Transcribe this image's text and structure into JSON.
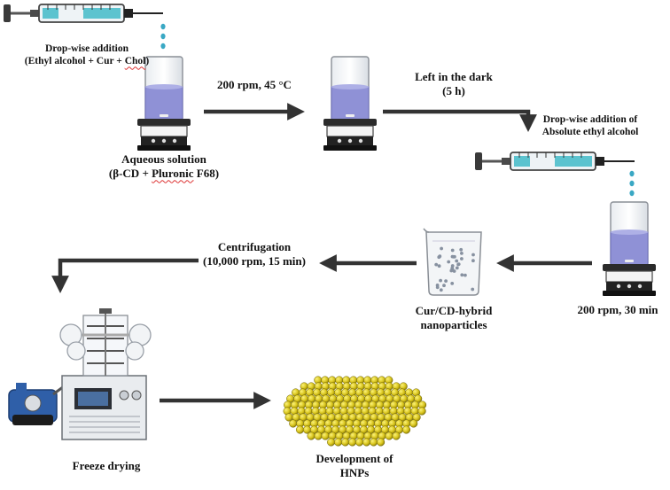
{
  "labels": {
    "dropwise_1": {
      "line1": "Drop-wise addition",
      "line2_pre": "(Ethyl alcohol + Cur + ",
      "line2_under": "Chol",
      "line2_post": ")"
    },
    "aqueous": {
      "line1": "Aqueous solution",
      "line2_pre": "(β-CD + ",
      "line2_under": "Pluronic",
      "line2_post": " F68)"
    },
    "stir_1": "200 rpm, 45 °C",
    "dark": {
      "line1": "Left in the dark",
      "line2": "(5 h)"
    },
    "dropwise_2": {
      "line1": "Drop-wise addition of",
      "line2": "Absolute ethyl alcohol"
    },
    "stir_2": "200 rpm, 30 min",
    "nanoparticles": {
      "line1": "Cur/CD-hybrid",
      "line2": "nanoparticles"
    },
    "centrifugation": {
      "line1": "Centrifugation",
      "line2": "(10,000 rpm, 15 min)"
    },
    "freeze": "Freeze drying",
    "hnps": {
      "line1": "Development of",
      "line2": "HNPs"
    }
  },
  "colors": {
    "liquid": "#8f91d6",
    "syringe_fill": "#5cc3cf",
    "drop": "#3aa8c4",
    "arrow": "#333333",
    "particle": "#d4c21a",
    "machine_blue": "#2f5fa8"
  }
}
